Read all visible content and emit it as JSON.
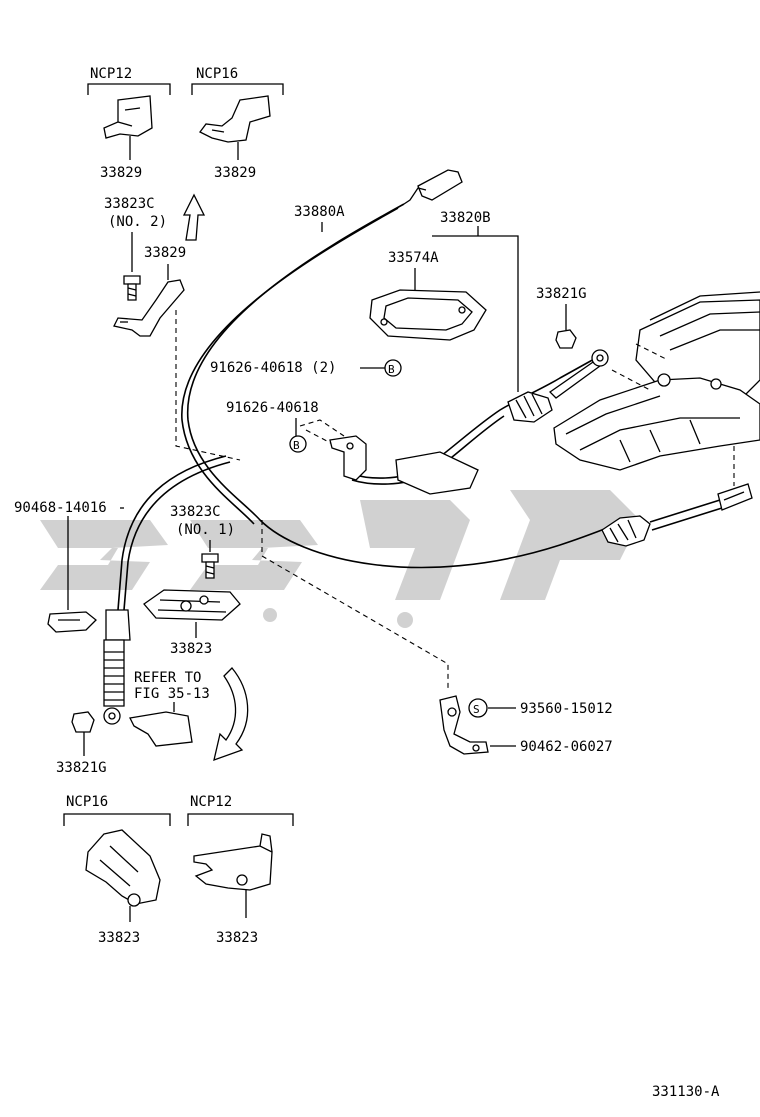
{
  "groups": {
    "ncp12_top": "NCP12",
    "ncp16_top": "NCP16",
    "ncp16_bottom": "NCP16",
    "ncp12_bottom": "NCP12"
  },
  "labels": {
    "p33829_a": "33829",
    "p33829_b": "33829",
    "p33829_c": "33829",
    "p33823c_2": "33823C",
    "no2": "(NO. 2)",
    "p33880a": "33880A",
    "p33820b": "33820B",
    "p33574a": "33574A",
    "p33821g_top": "33821G",
    "p91626_2": "91626-40618 (2)",
    "p91626": "91626-40618",
    "p90468": "90468-14016",
    "p33823c_1": "33823C",
    "no1": "(NO. 1)",
    "p33823_mid": "33823",
    "refer1": "REFER TO",
    "refer2": "FIG 35-13",
    "p33821g_bottom": "33821G",
    "p93560": "93560-15012",
    "p90462": "90462-06027",
    "p33823_b1": "33823",
    "p33823_b2": "33823",
    "diagram_code": "331130-A"
  },
  "markers": {
    "b1": "B",
    "b2": "B",
    "s": "S"
  }
}
